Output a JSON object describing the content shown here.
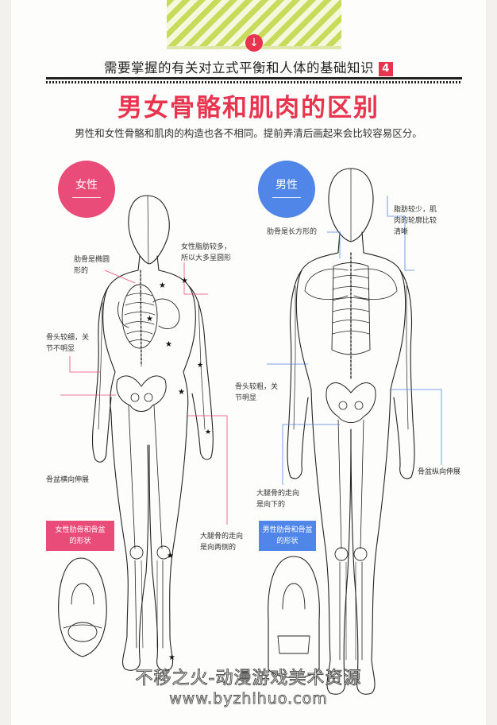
{
  "header": {
    "subject": "需要掌握的有关对立式平衡和人体的基础知识",
    "chapter_number": "4",
    "title": "男女骨骼和肌肉的区别",
    "intro": "男性和女性骨骼和肌肉的构造也各不相同。提前弄清后画起来会比较容易区分。"
  },
  "female": {
    "badge": "女性",
    "notes": {
      "rib_oval": [
        "肋骨是椭圆",
        "形的"
      ],
      "fat": [
        "女性脂肪较多，",
        "所以大多呈圆形"
      ],
      "joint_thin": [
        "骨头较细，关",
        "节不明显"
      ],
      "pelvis_wide": [
        "骨盆横向伸展"
      ],
      "femur_out": [
        "大腿骨的走向",
        "是向两侧的"
      ]
    },
    "compare_tag": [
      "女性肋骨和骨盆",
      "的形状"
    ]
  },
  "male": {
    "badge": "男性",
    "notes": {
      "rib_rect": [
        "肋骨是长方形的"
      ],
      "fat_less": [
        "脂肪较少，肌",
        "肉的轮廓比较",
        "清晰"
      ],
      "joint_thick": [
        "骨头较粗，关",
        "节明显"
      ],
      "femur_down": [
        "大腿骨的走向",
        "是向下的"
      ],
      "pelvis_long": [
        "骨盆纵向伸展"
      ]
    },
    "compare_tag": [
      "男性肋骨和骨盆",
      "的形状"
    ]
  },
  "watermark": {
    "line1": "不移之火-动漫游戏美术资源",
    "line2": "www.byzhihuo.com"
  },
  "colors": {
    "accent_pink": "#e8344e",
    "female_pink": "#ea4c79",
    "male_blue": "#4f86e8",
    "stripe_green": "#c9db5a"
  }
}
